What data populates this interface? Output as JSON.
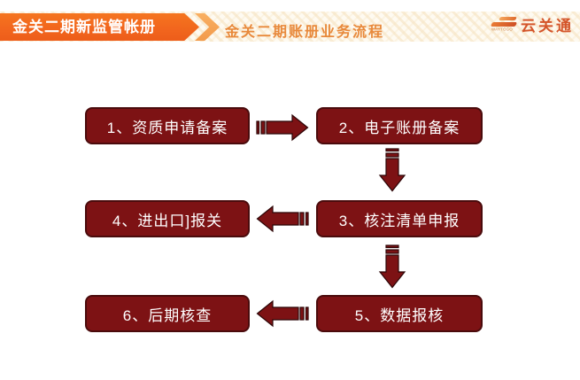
{
  "header": {
    "banner_title": "金关二期新监管帐册",
    "page_title": "金关二期账册业务流程",
    "logo": {
      "text": "云关通",
      "subtext": "WAYTOGO"
    }
  },
  "flow": {
    "steps": [
      {
        "id": 1,
        "label": "1、资质申请备案"
      },
      {
        "id": 2,
        "label": "2、电子账册备案"
      },
      {
        "id": 3,
        "label": "3、核注清单申报"
      },
      {
        "id": 4,
        "label": "4、进出口]报关"
      },
      {
        "id": 5,
        "label": "5、数据报核"
      },
      {
        "id": 6,
        "label": "6、后期核查"
      }
    ],
    "arrows": [
      {
        "from": 1,
        "to": 2,
        "direction": "right"
      },
      {
        "from": 2,
        "to": 3,
        "direction": "down"
      },
      {
        "from": 3,
        "to": 4,
        "direction": "left"
      },
      {
        "from": 3,
        "to": 5,
        "direction": "down"
      },
      {
        "from": 5,
        "to": 6,
        "direction": "left"
      }
    ]
  },
  "colors": {
    "banner_orange": "#F2661E",
    "title_orange": "#E8893B",
    "box_fill": "#7D1214",
    "box_border": "#4A0B0C",
    "arrow_fill": "#7D1214",
    "arrow_outline": "#2B0506",
    "header_texture_cream": "#FAF1E0",
    "logo_orange": "#D4552A"
  }
}
